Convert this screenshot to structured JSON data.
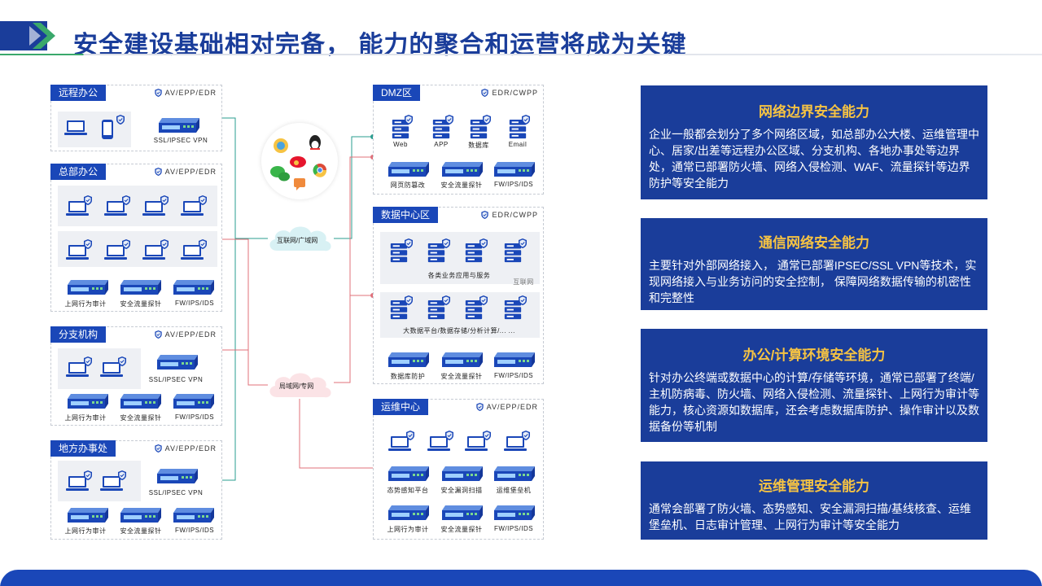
{
  "header": {
    "title": "安全建设基础相对完备， 能力的聚合和运营将成为关键"
  },
  "colors": {
    "brand": "#1a3d9a",
    "tag": "#1a47b8",
    "accent": "#f6c343",
    "green_line": "#2a9d8f",
    "red_line": "#e0707a"
  },
  "zones": {
    "remote": {
      "title": "远程办公",
      "badge": "AV/EPP/EDR",
      "vpn": "SSL/IPSEC VPN"
    },
    "hq": {
      "title": "总部办公",
      "badge": "AV/EPP/EDR",
      "dev1": "上网行为审计",
      "dev2": "安全流量探针",
      "dev3": "FW/IPS/IDS"
    },
    "branch": {
      "title": "分支机构",
      "badge": "AV/EPP/EDR",
      "vpn": "SSL/IPSEC VPN",
      "dev1": "上网行为审计",
      "dev2": "安全流量探针",
      "dev3": "FW/IPS/IDS"
    },
    "local": {
      "title": "地方办事处",
      "badge": "AV/EPP/EDR",
      "vpn": "SSL/IPSEC VPN",
      "dev1": "上网行为审计",
      "dev2": "安全流量探针",
      "dev3": "FW/IPS/IDS"
    },
    "dmz": {
      "title": "DMZ区",
      "badge": "EDR/CWPP",
      "s1": "Web",
      "s2": "APP",
      "s3": "数据库",
      "s4": "Email",
      "dev1": "网页防篡改",
      "dev2": "安全流量探针",
      "dev3": "FW/IPS/IDS"
    },
    "dc": {
      "title": "数据中心区",
      "badge": "EDR/CWPP",
      "group1": "各类业务应用与服务",
      "internet": "互联网",
      "group2": "大数据平台/数据存储/分析计算/... ...",
      "dev1": "数据库防护",
      "dev2": "安全流量探针",
      "dev3": "FW/IPS/IDS"
    },
    "ops": {
      "title": "运维中心",
      "badge": "AV/EPP/EDR",
      "p1": "态势感知平台",
      "p2": "安全漏洞扫描",
      "p3": "运维堡垒机",
      "dev1": "上网行为审计",
      "dev2": "安全流量探针",
      "dev3": "FW/IPS/IDS"
    }
  },
  "clouds": {
    "internet": "互联网/广域网",
    "lan": "局域网/专网"
  },
  "cards": [
    {
      "title": "网络边界安全能力",
      "body": "企业一般都会划分了多个网络区域，如总部办公大楼、运维管理中心、居家/出差等远程办公区域、分支机构、各地办事处等边界处，通常已部署防火墙、网络入侵检测、WAF、流量探针等边界防护等安全能力"
    },
    {
      "title": "通信网络安全能力",
      "body": "主要针对外部网络接入， 通常已部署IPSEC/SSL VPN等技术，实现网络接入与业务访问的安全控制， 保障网络数据传输的机密性和完整性"
    },
    {
      "title": "办公/计算环境安全能力",
      "body": "针对办公终端或数据中心的计算/存储等环境，通常已部署了终端/主机防病毒、防火墙、网络入侵检测、流量探针、上网行为审计等能力，核心资源如数据库，还会考虑数据库防护、操作审计以及数据备份等机制"
    },
    {
      "title": "运维管理安全能力",
      "body": "通常会部署了防火墙、态势感知、安全漏洞扫描/基线核查、运维堡垒机、日志审计管理、上网行为审计等安全能力"
    }
  ]
}
